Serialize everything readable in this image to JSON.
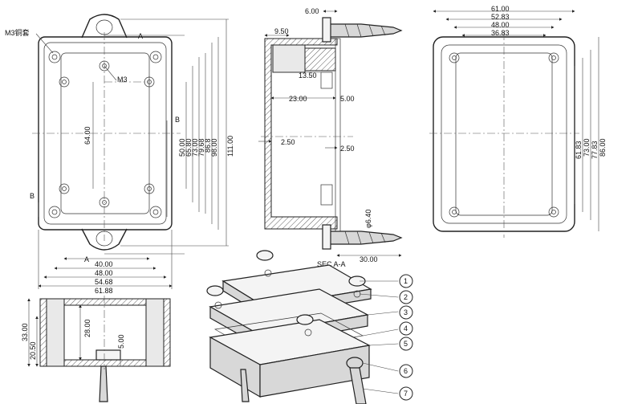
{
  "front_view": {
    "label_insert": "M3铜套",
    "label_m3": "M3",
    "section_a_top": "A",
    "section_a_bottom": "A",
    "section_b_right": "B",
    "section_b_left": "B",
    "dim_64": "64.00",
    "dim_50": "50.00",
    "dim_65_80": "65.80",
    "dim_73": "73.00",
    "dim_79_68": "79.68",
    "dim_86_8": "86.8",
    "dim_98": "98.00",
    "dim_111": "111.00",
    "dim_40": "40.00",
    "dim_48": "48.00",
    "dim_54_68": "54.68",
    "dim_61_88": "61.88"
  },
  "section_view": {
    "dim_6": "6.00",
    "dim_9_5": "9.50",
    "dim_13_5": "13.50",
    "dim_23": "23.00",
    "dim_5": "5.00",
    "dim_2_5_left": "2.50",
    "dim_2_5_right": "2.50",
    "dim_6_4": "φ6.40",
    "dim_30": "30.00",
    "caption": "SEC A-A"
  },
  "inner_view": {
    "dim_61": "61.00",
    "dim_52_83": "52.83",
    "dim_48": "48.00",
    "dim_36_83": "36.83",
    "dim_61_83": "61.83",
    "dim_73": "73.00",
    "dim_77_83": "77.83",
    "dim_86": "86.00"
  },
  "side_section": {
    "dim_33": "33.00",
    "dim_20_5": "20.50",
    "dim_28": "28.00",
    "dim_5": "5.00"
  },
  "callouts": [
    "1",
    "2",
    "3",
    "4",
    "5",
    "6",
    "7"
  ]
}
